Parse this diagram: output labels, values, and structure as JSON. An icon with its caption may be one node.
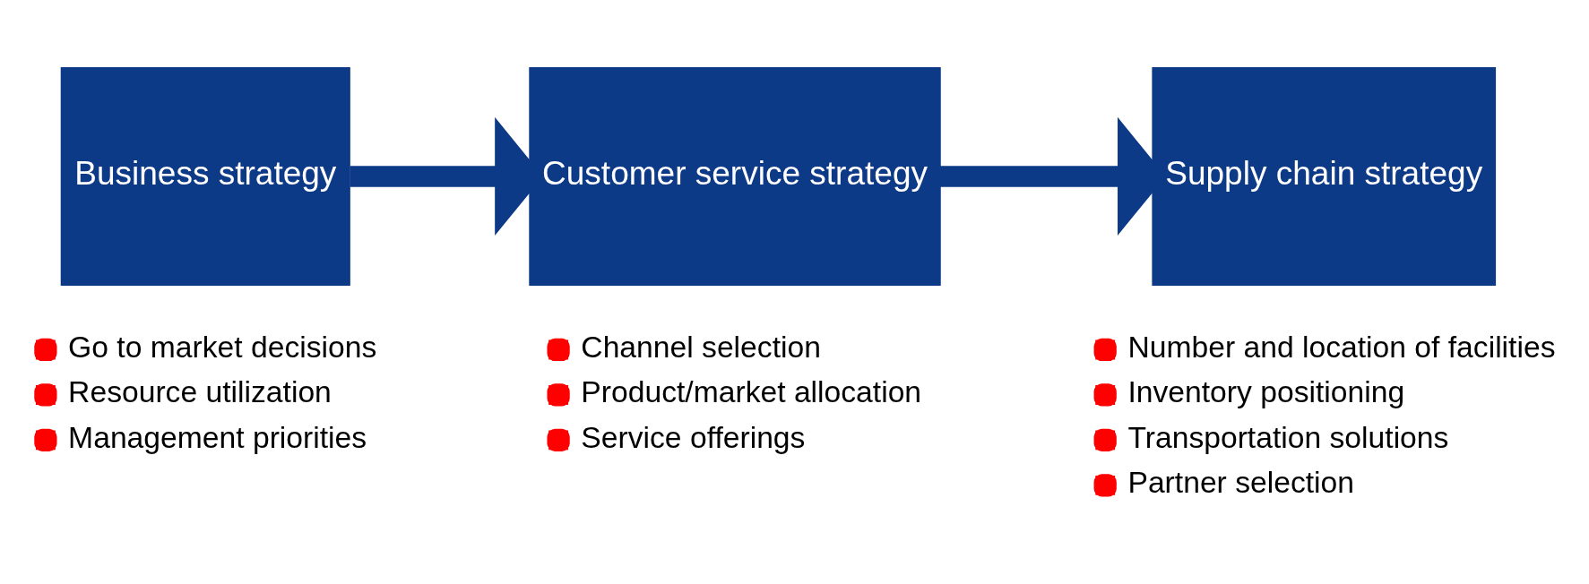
{
  "diagram": {
    "nodes": [
      {
        "text": [
          "Business strategy"
        ],
        "beside": [
          "Go to market decisions",
          "Resource utilization",
          "Management priorities"
        ]
      },
      {
        "text": [
          "Customer service strategy"
        ],
        "beside": [
          "Channel selection",
          "Product/market allocation",
          "Service offerings"
        ]
      },
      {
        "text": [
          "Supply chain strategy"
        ],
        "beside": [
          "Number and location of facilities",
          "Inventory positioning",
          "Transportation solutions",
          "Partner selection"
        ]
      }
    ],
    "edges": [
      {
        "from": 0,
        "to": 1,
        "arrow": "to"
      },
      {
        "from": 1,
        "to": 2,
        "arrow": "to"
      }
    ]
  }
}
